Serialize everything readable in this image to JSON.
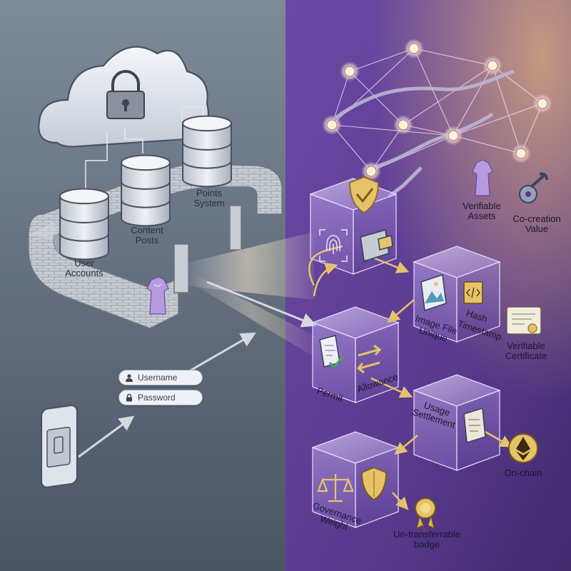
{
  "left_panel": {
    "labels": {
      "user_accounts": "User\nAccounts",
      "content_posts": "Content\nPosts",
      "points_system": "Points\nSystem"
    },
    "login_form": {
      "username_placeholder": "Username",
      "password_placeholder": "Password"
    },
    "icons": [
      "cloud-lock-icon",
      "database-icon",
      "brick-wall",
      "qipao-icon",
      "phone-icon",
      "user-icon",
      "lock-icon"
    ]
  },
  "right_panel": {
    "labels": {
      "verifiable_assets": "Verifiable\nAssets",
      "co_creation_value": "Co-creation\nValue",
      "image_file_unique": "Image File\nUnique",
      "hash": "Hash",
      "timestamp": "Timestamp",
      "verifiable_certificate": "Verifiable\nCertificate",
      "permit": "Permit",
      "allowance": "Allowance",
      "usage_settlement": "Usage\nSettlement",
      "on_chain": "On-chain",
      "governance_weight": "Governance\nWeight",
      "untransferrable_badge": "Un-transferrable\nbadge"
    },
    "icons": [
      "blockchain-network",
      "shield-check-icon",
      "fingerprint-icon",
      "wallet-icon",
      "image-file-icon",
      "code-file-icon",
      "certificate-icon",
      "document-check-icon",
      "swap-arrows-icon",
      "scroll-icon",
      "ethereum-icon",
      "scales-icon",
      "shield-icon",
      "badge-icon",
      "gear-wrench-icon",
      "qipao-icon"
    ]
  },
  "colors": {
    "left_bg": "#5c6878",
    "right_bg": "#5a3c8c",
    "accent_gold": "#e6c36a",
    "cube_glass": "#a890d8"
  }
}
